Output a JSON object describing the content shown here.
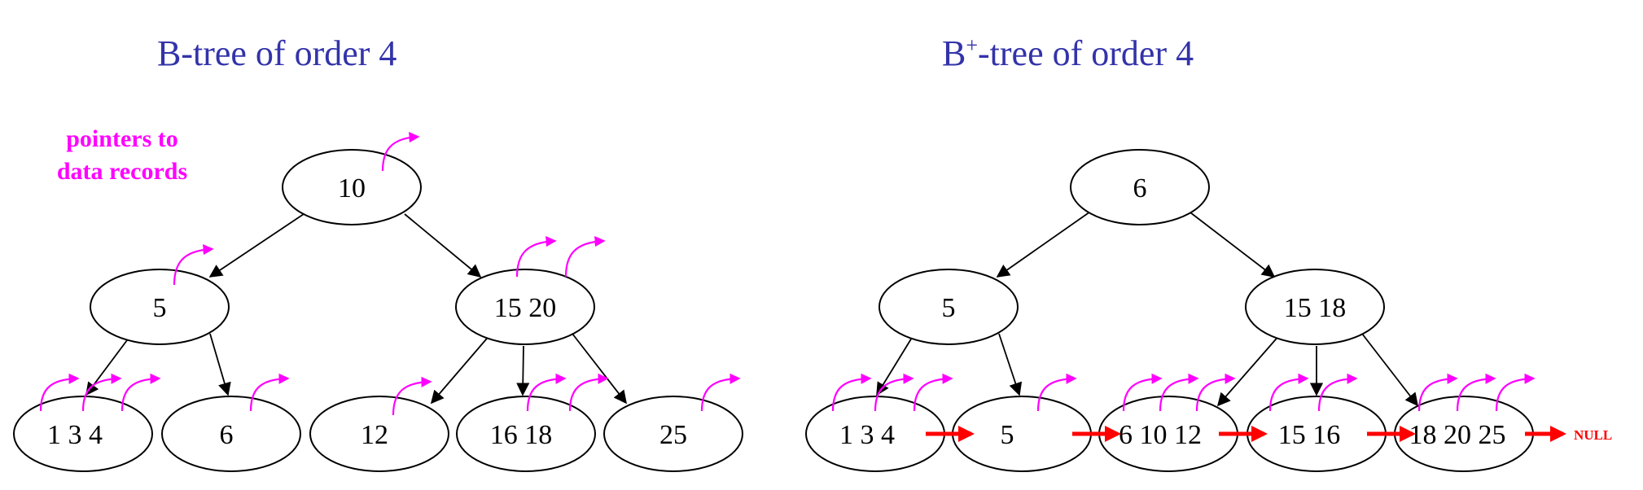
{
  "colors": {
    "title": "#3333aa",
    "pointer": "#ff00ff",
    "leaf_link": "#ff0000",
    "edge": "#000000"
  },
  "btree": {
    "title": "B-tree of order 4",
    "annotation": [
      "pointers to",
      "data records"
    ],
    "nodes": {
      "root": "10",
      "left": "5",
      "right": "15 20",
      "leaf_1": "1 3 4",
      "leaf_2": "6",
      "leaf_3": "12",
      "leaf_4": "16 18",
      "leaf_5": "25"
    }
  },
  "bplustree": {
    "title_base": "B",
    "title_sup": "+",
    "title_rest": "-tree of order 4",
    "null_label": "NULL",
    "nodes": {
      "root": "6",
      "left": "5",
      "right": "15 18",
      "leaf_1": "1 3 4",
      "leaf_2": "5",
      "leaf_3": "6 10 12",
      "leaf_4": "15 16",
      "leaf_5": "18 20 25"
    }
  }
}
